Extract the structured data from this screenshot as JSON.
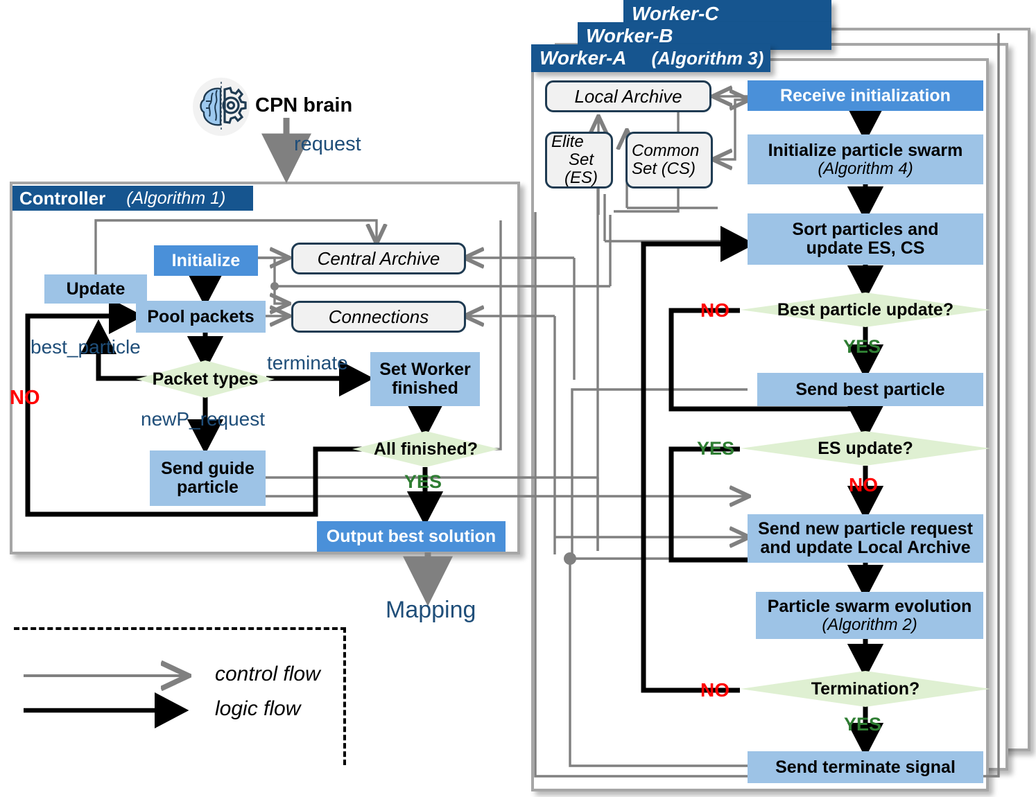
{
  "title": "Distributed CPN particle swarm controller-worker flowchart",
  "colors": {
    "header_blue": "#16558f",
    "proc_light": "#9dc3e6",
    "proc_dark": "#4a90d9",
    "decision_green": "#dff0d2",
    "store_border": "#1f3b52",
    "control_flow": "#808080",
    "logic_flow": "#000000",
    "label_blue": "#1f4e79",
    "yes_green": "#2e7d32",
    "no_red": "#ff0000"
  },
  "top": {
    "brain_icon": "brain-gear-icon",
    "brain_label": "CPN brain",
    "request_label": "request"
  },
  "controller": {
    "header_name": "Controller",
    "header_algorithm": "(Algorithm 1)",
    "nodes": {
      "update": "Update",
      "initialize": "Initialize",
      "pool_packets": "Pool packets",
      "central_archive": "Central Archive",
      "connections": "Connections",
      "packet_types": "Packet types",
      "set_worker_finished_l1": "Set Worker",
      "set_worker_finished_l2": "finished",
      "all_finished": "All finished?",
      "send_guide_l1": "Send guide",
      "send_guide_l2": "particle",
      "output_best": "Output best solution"
    },
    "edge_labels": {
      "best_particle": "best_particle",
      "terminate": "terminate",
      "newp_request": "newP_request",
      "no": "NO",
      "yes": "YES"
    },
    "output_target": "Mapping"
  },
  "worker": {
    "tabs": [
      "Worker-A",
      "Worker-B",
      "Worker-C"
    ],
    "header_algorithm": "(Algorithm 3)",
    "stores": {
      "local_archive": "Local Archive",
      "elite_set_l1": "Elite",
      "elite_set_l2": "Set (ES)",
      "common_set_l1": "Common",
      "common_set_l2": "Set (CS)"
    },
    "nodes": {
      "receive_init": "Receive initialization",
      "init_swarm": "Initialize particle swarm",
      "init_swarm_sub": "(Algorithm 4)",
      "sort_particles_l1": "Sort particles and",
      "sort_particles_l2": "update ES, CS",
      "best_particle_update": "Best particle update?",
      "send_best_particle": "Send best particle",
      "es_update": "ES update?",
      "send_new_req_l1": "Send new particle request",
      "send_new_req_l2": "and update Local Archive",
      "swarm_evolution": "Particle swarm evolution",
      "swarm_evolution_sub": "(Algorithm 2)",
      "termination": "Termination?",
      "send_terminate": "Send terminate signal"
    },
    "edge_labels": {
      "best_no": "NO",
      "best_yes": "YES",
      "es_yes": "YES",
      "es_no": "NO",
      "term_no": "NO",
      "term_yes": "YES"
    }
  },
  "legend": {
    "control_flow": "control flow",
    "logic_flow": "logic flow"
  }
}
